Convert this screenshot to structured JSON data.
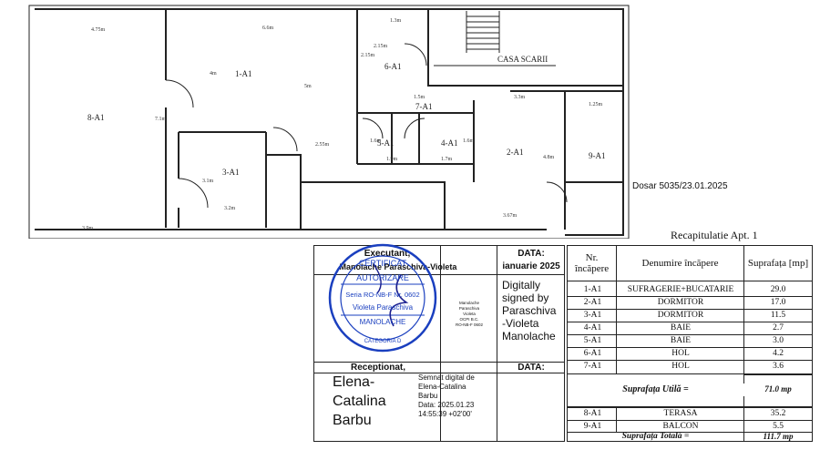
{
  "plan": {
    "rooms": [
      {
        "id": "r8",
        "label": "8-A1"
      },
      {
        "id": "r1",
        "label": "1-A1"
      },
      {
        "id": "r3",
        "label": "3-A1"
      },
      {
        "id": "r6",
        "label": "6-A1"
      },
      {
        "id": "r7",
        "label": "7-A1"
      },
      {
        "id": "r5",
        "label": "5-A1"
      },
      {
        "id": "r4",
        "label": "4-A1"
      },
      {
        "id": "r2",
        "label": "2-A1"
      },
      {
        "id": "r9",
        "label": "9-A1"
      }
    ],
    "stair_label": "CASA SCARII",
    "dims": [
      "4.75m",
      "6.6m",
      "5m",
      "2.55m",
      "3.1m",
      "3.2m",
      "3.3m",
      "4.8m",
      "1.25m",
      "3.67m",
      "1.9m",
      "1.7m",
      "7.1m",
      "4m",
      "1.3m",
      "2.15m",
      "2.15m",
      "1.5m",
      "1.6m",
      "1.6m",
      "3.9m"
    ]
  },
  "dosar": "Dosar 5035/23.01.2025",
  "recap_title": "Recapitulatie Apt. 1",
  "cartouche": {
    "executant_label": "Executant,",
    "executant_name": "Manolache Paraschiva-Violeta",
    "data_label": "DATA:",
    "data_value": "ianuarie 2025",
    "receptionat_label": "Receptionat,",
    "data_label2": "DATA:",
    "sign1": [
      "Digitally",
      "signed by",
      "Paraschiva",
      "-Violeta",
      "Manolache"
    ],
    "sign2_name": [
      "Elena-",
      "Catalina",
      "Barbu"
    ],
    "sign2_small": [
      "Semnat digital de",
      "Elena-Catalina",
      "Barbu",
      "Data: 2025.01.23",
      "14:55:39 +02'00'"
    ],
    "stamp_lines": [
      "CERTIFICAT",
      "AUTORIZARE",
      "Seria RO-NB-F Nr. 0602",
      "Violeta Paraschiva",
      "MANOLACHE",
      "CATEGORIA D"
    ],
    "small_stamp": [
      "Manolache",
      "Paraschiva",
      "Violeta",
      "OCPI B.C.",
      "RO-NB-F 0602"
    ]
  },
  "table": {
    "headers": [
      "Nr. încăpere",
      "Denumire încăpere",
      "Suprafața [mp]"
    ],
    "rows": [
      {
        "nr": "1-A1",
        "name": "SUFRAGERIE+BUCATARIE",
        "area": "29.0"
      },
      {
        "nr": "2-A1",
        "name": "DORMITOR",
        "area": "17.0"
      },
      {
        "nr": "3-A1",
        "name": "DORMITOR",
        "area": "11.5"
      },
      {
        "nr": "4-A1",
        "name": "BAIE",
        "area": "2.7"
      },
      {
        "nr": "5-A1",
        "name": "BAIE",
        "area": "3.0"
      },
      {
        "nr": "6-A1",
        "name": "HOL",
        "area": "4.2"
      },
      {
        "nr": "7-A1",
        "name": "HOL",
        "area": "3.6"
      }
    ],
    "util_label": "Suprafața Utilă =",
    "util_value": "71.0 mp",
    "extra_rows": [
      {
        "nr": "8-A1",
        "name": "TERASA",
        "area": "35.2"
      },
      {
        "nr": "9-A1",
        "name": "BALCON",
        "area": "5.5"
      }
    ],
    "total_label": "Suprafața Totală =",
    "total_value": "111.7 mp"
  }
}
